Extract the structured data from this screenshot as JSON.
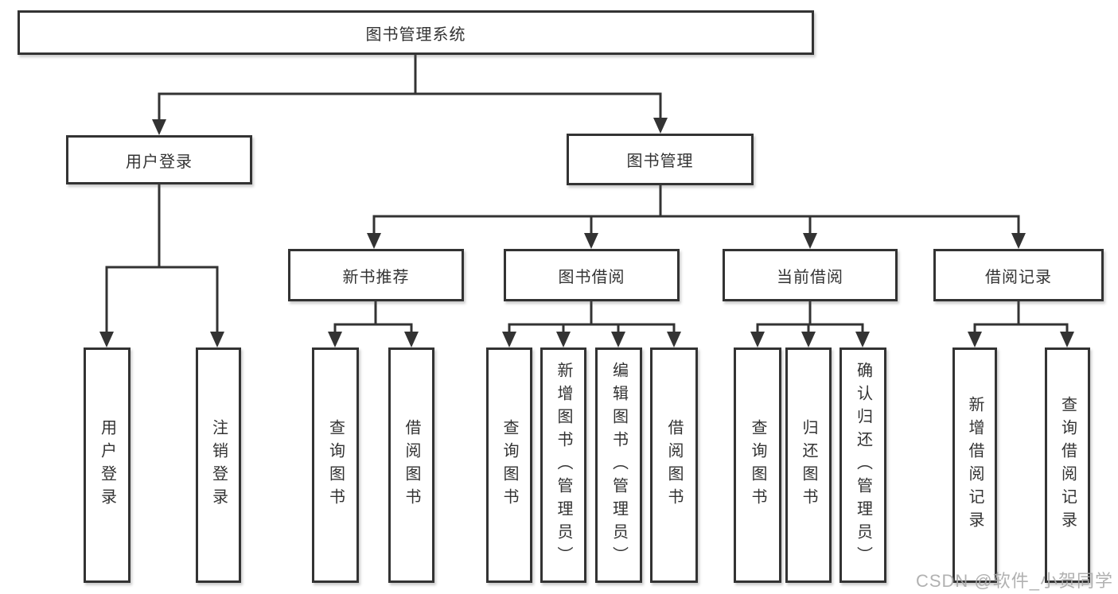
{
  "style": {
    "line_color": "#333333",
    "text_color": "#333333",
    "box_background": "#ffffff",
    "page_background": "#ffffff"
  },
  "watermark": {
    "text": "CSDN @软件_小贺同学",
    "color": "#a9a9a9"
  },
  "tree": {
    "root": {
      "label": "图书管理系统",
      "children": [
        {
          "label": "用户登录",
          "children": [
            {
              "label": "用户登录"
            },
            {
              "label": "注销登录"
            }
          ]
        },
        {
          "label": "图书管理",
          "children": [
            {
              "label": "新书推荐",
              "children": [
                {
                  "label": "查询图书"
                },
                {
                  "label": "借阅图书"
                }
              ]
            },
            {
              "label": "图书借阅",
              "children": [
                {
                  "label": "查询图书"
                },
                {
                  "label": "新增图书（管理员）"
                },
                {
                  "label": "编辑图书（管理员）"
                },
                {
                  "label": "借阅图书"
                }
              ]
            },
            {
              "label": "当前借阅",
              "children": [
                {
                  "label": "查询图书"
                },
                {
                  "label": "归还图书"
                },
                {
                  "label": "确认归还（管理员）"
                }
              ]
            },
            {
              "label": "借阅记录",
              "children": [
                {
                  "label": "新增借阅记录"
                },
                {
                  "label": "查询借阅记录"
                }
              ]
            }
          ]
        }
      ]
    }
  }
}
